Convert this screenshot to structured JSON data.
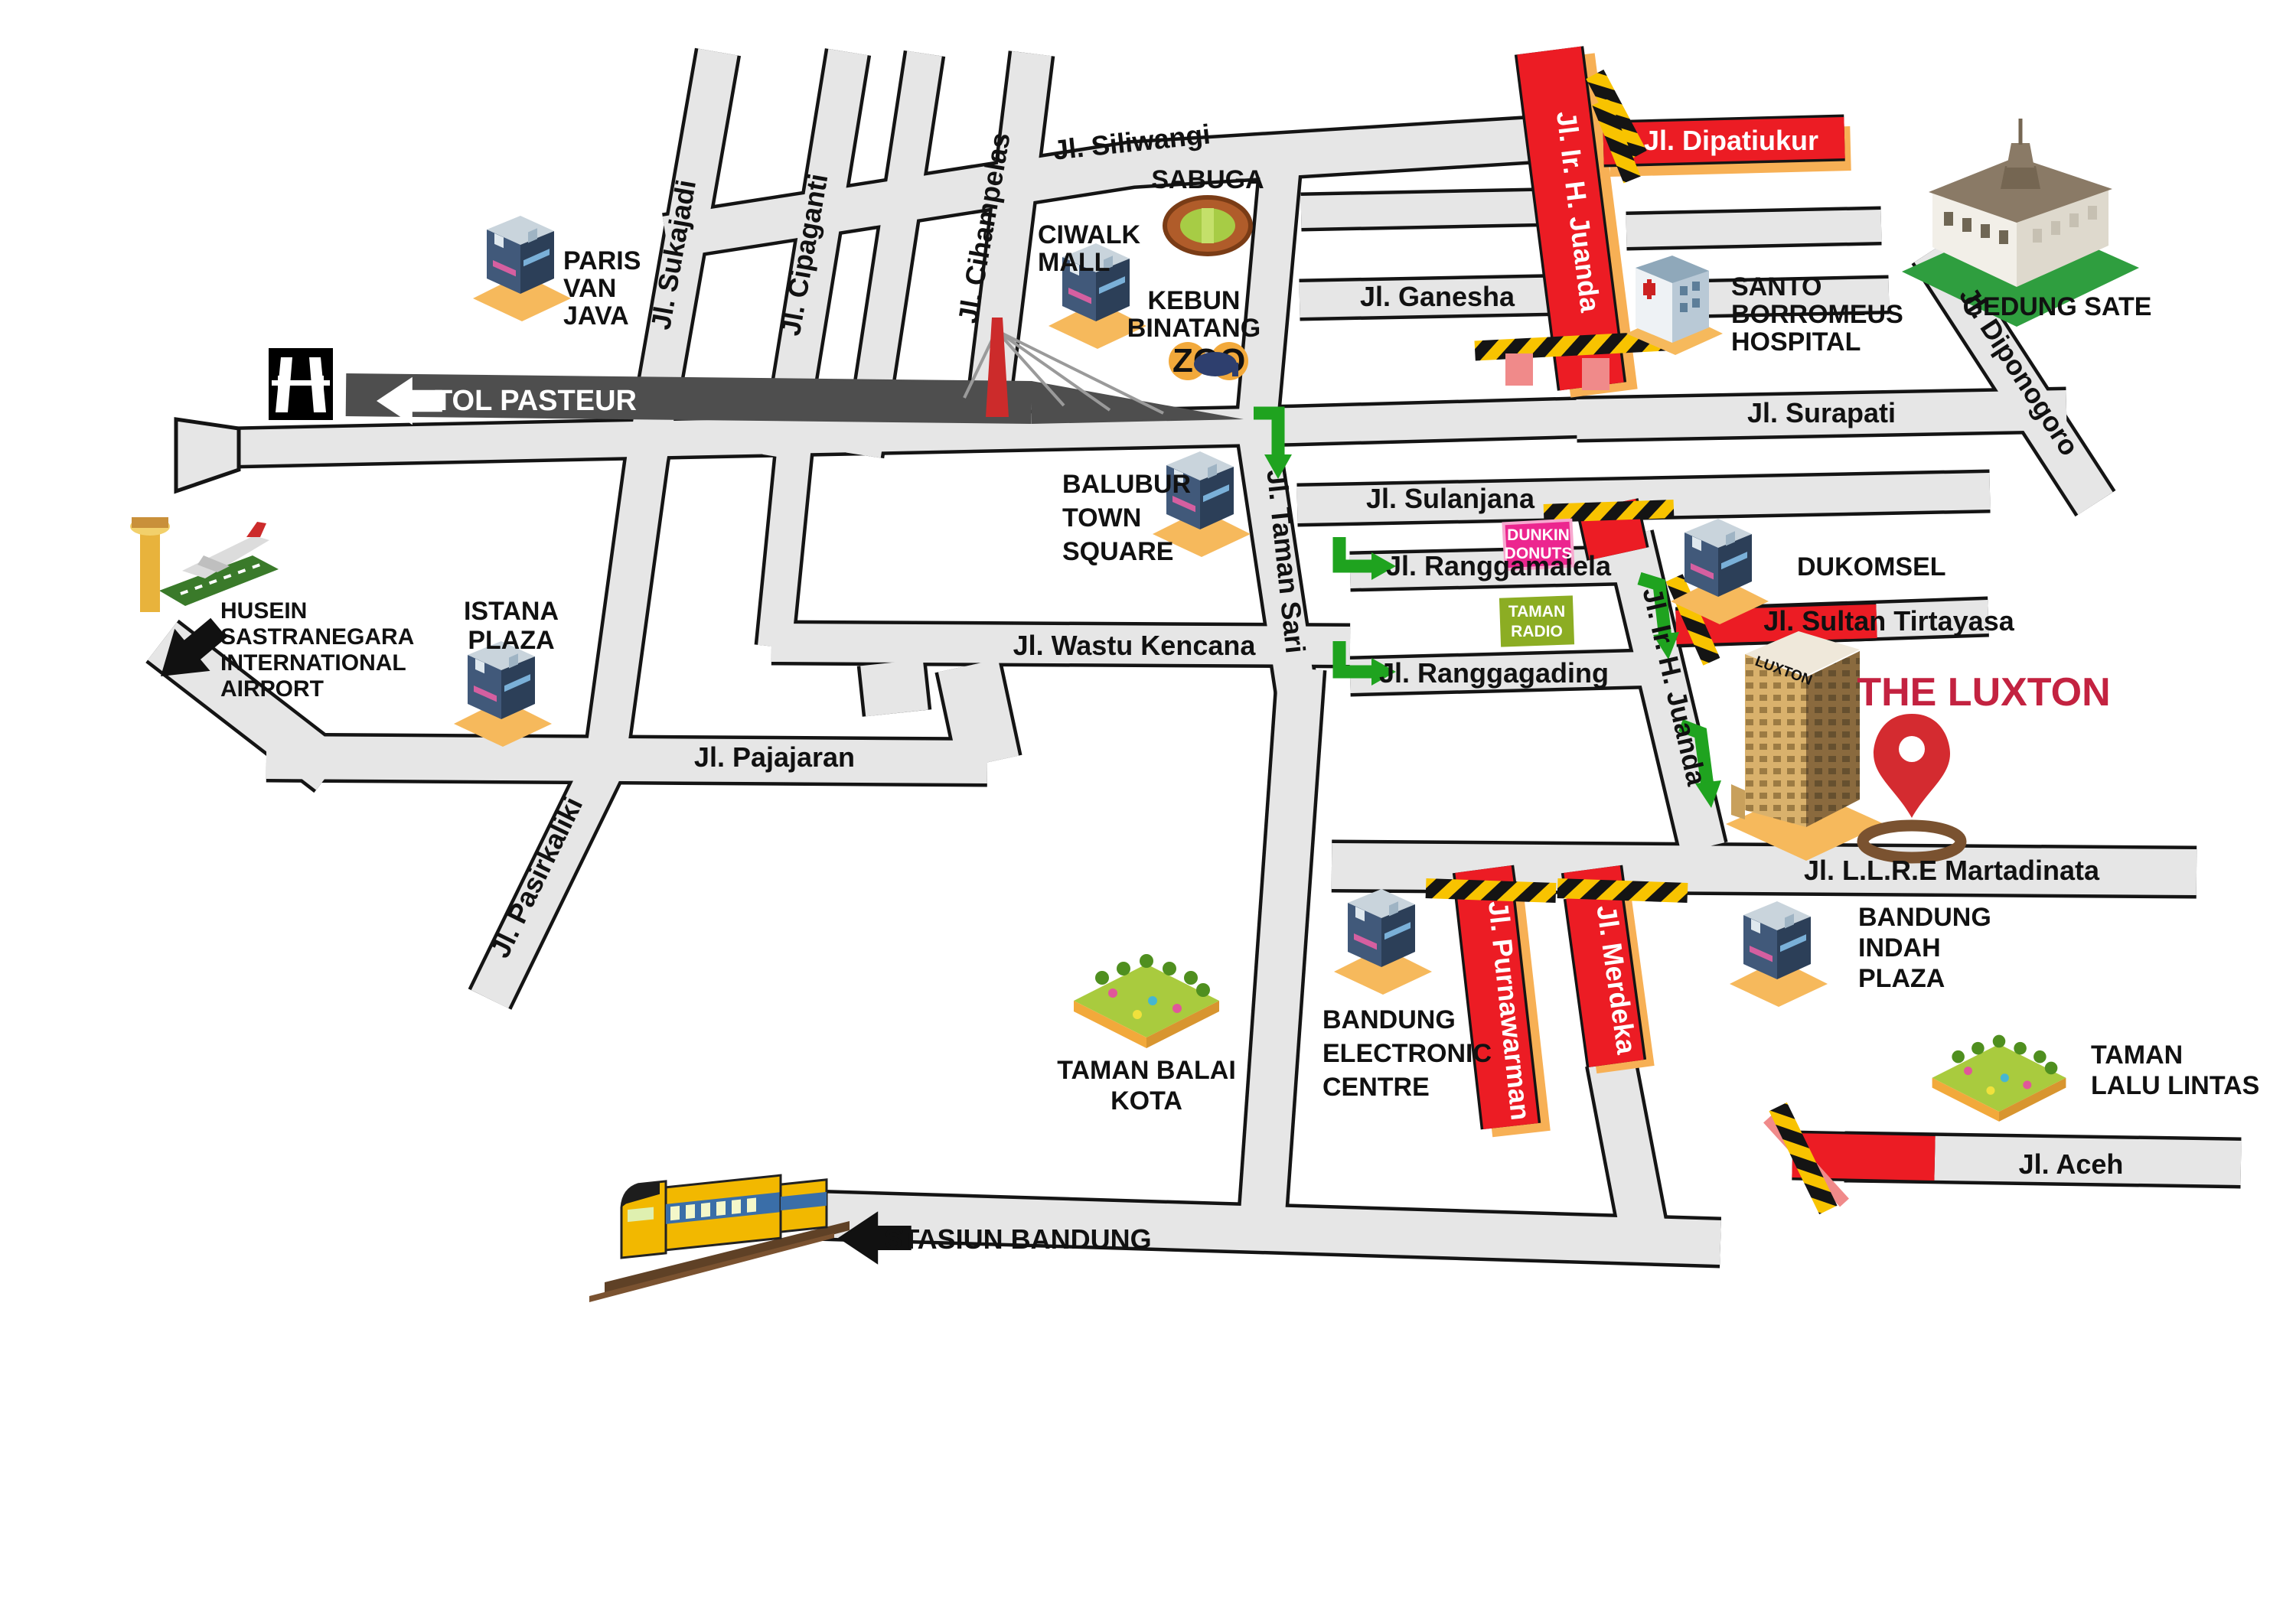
{
  "roads": {
    "siliwangi": "Jl. Siliwangi",
    "sukajadi": "Jl. Sukajadi",
    "cipaganti": "Jl. Cipaganti",
    "cihampelas": "Jl. Cihampelas",
    "ganesha": "Jl. Ganesha",
    "juanda_upper": "Jl. Ir. H. Juanda",
    "juanda_lower": "Jl. Ir. H. Juanda",
    "dipatiukur": "Jl. Dipatiukur",
    "diponogoro": "Jl. Diponogoro",
    "surapati": "Jl. Surapati",
    "sulanjana": "Jl. Sulanjana",
    "ranggamalela": "Jl. Ranggamalela",
    "sultan_tirtayasa": "Jl. Sultan Tirtayasa",
    "taman_sari": "Jl. Taman Sari",
    "wastu_kencana": "Jl. Wastu Kencana",
    "ranggagading": "Jl. Ranggagading",
    "pajajaran": "Jl. Pajajaran",
    "pasirkaliki": "Jl. Pasirkaliki",
    "martadinata": "Jl. L.L.R.E Martadinata",
    "purnawarman": "Jl. Purnawarman",
    "merdeka": "Jl. Merdeka",
    "aceh": "Jl. Aceh",
    "tol_pasteur": "TOL PASTEUR",
    "stasiun_bandung": "STASIUN BANDUNG"
  },
  "landmarks": {
    "paris_van_java": [
      "PARIS",
      "VAN",
      "JAVA"
    ],
    "sabuga": "SABUGA",
    "ciwalk_mall": [
      "CIWALK",
      "MALL"
    ],
    "kebun_binatang": [
      "KEBUN",
      "BINATANG"
    ],
    "zoo_logo": "ZOO",
    "santo_borromeus": [
      "SANTO",
      "BORROMEUS",
      "HOSPITAL"
    ],
    "gedung_sate": "GEDUNG SATE",
    "balubur": [
      "BALUBUR",
      "TOWN",
      "SQUARE"
    ],
    "dukomsel": "DUKOMSEL",
    "dunkin_donuts": [
      "DUNKIN",
      "DONUTS"
    ],
    "taman_radio": [
      "TAMAN",
      "RADIO"
    ],
    "istana_plaza": [
      "ISTANA",
      "PLAZA"
    ],
    "airport": [
      "HUSEIN",
      "SASTRANEGARA",
      "INTERNATIONAL",
      "AIRPORT"
    ],
    "the_luxton": "THE LUXTON",
    "luxton_sign": "LUXTON",
    "bandung_electronic_centre": [
      "BANDUNG",
      "ELECTRONIC",
      "CENTRE"
    ],
    "taman_balai_kota": [
      "TAMAN BALAI",
      "KOTA"
    ],
    "bandung_indah_plaza": [
      "BANDUNG",
      "INDAH",
      "PLAZA"
    ],
    "taman_lalu_lintas": [
      "TAMAN",
      "LALU LINTAS"
    ]
  },
  "colors": {
    "road_gray": "#e6e6e6",
    "road_casing": "#141414",
    "road_red": "#ec1c24",
    "toll_dark": "#4e4e4e",
    "shadow_orange": "#f7b055",
    "hazard_yellow": "#f8c300",
    "arrow_green": "#1fa31f",
    "luxton_red": "#c32240",
    "dunkin_pink": "#ec268f",
    "taman_radio_green": "#8cad23",
    "pin_red": "#d42b30"
  }
}
